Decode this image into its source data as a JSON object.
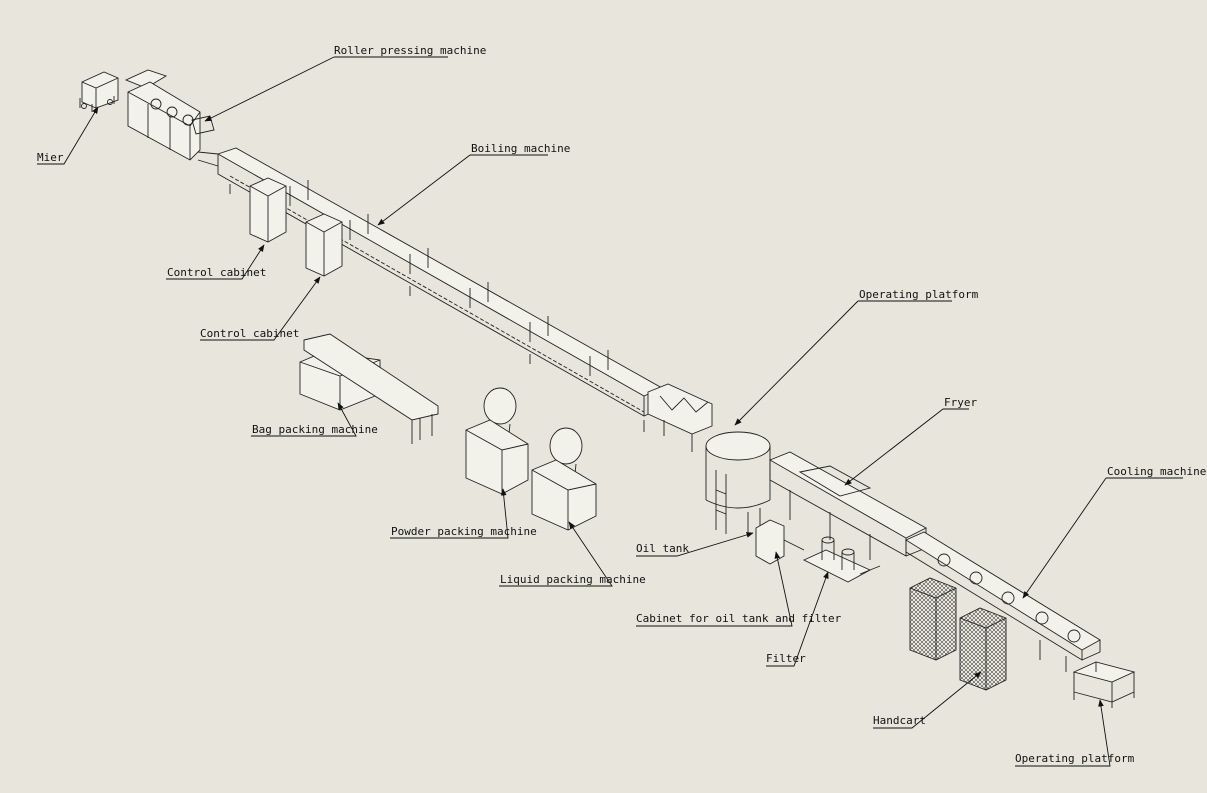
{
  "diagram": {
    "background": "#e8e6dc",
    "line_color": "#111111",
    "labels": {
      "mier": "Mier",
      "roller": "Roller pressing machine",
      "boiling": "Boiling machine",
      "control1": "Control cabinet",
      "control2": "Control cabinet",
      "bag": "Bag packing machine",
      "powder": "Powder packing machine",
      "liquid": "Liquid packing machine",
      "op_platform_top": "Operating platform",
      "fryer": "Fryer",
      "cooling": "Cooling machine",
      "oil_tank": "Oil tank",
      "cabinet_oil": "Cabinet for oil tank and filter",
      "filter": "Filter",
      "handcart": "Handcart",
      "op_platform_bottom": "Operating platform"
    }
  }
}
